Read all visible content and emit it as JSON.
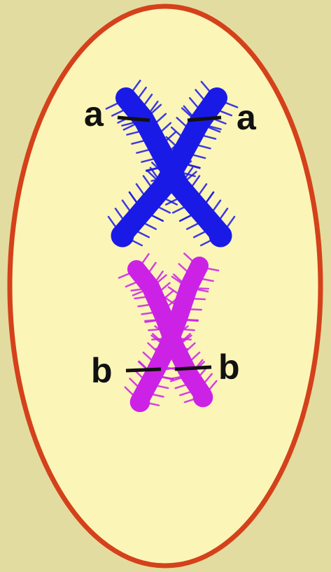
{
  "colors": {
    "background": "#e3dca0",
    "cell_fill": "#fbf5b8",
    "cell_border": "#d4411a",
    "chromosome_a": "#1a1ae6",
    "chromosome_b": "#cc22e6",
    "label": "#111111"
  },
  "chromosomes": [
    {
      "id": "chromosome-a",
      "color": "chromosome_a",
      "labels": {
        "left": "a",
        "right": "a"
      }
    },
    {
      "id": "chromosome-b",
      "color": "chromosome_b",
      "labels": {
        "left": "b",
        "right": "b"
      }
    }
  ]
}
